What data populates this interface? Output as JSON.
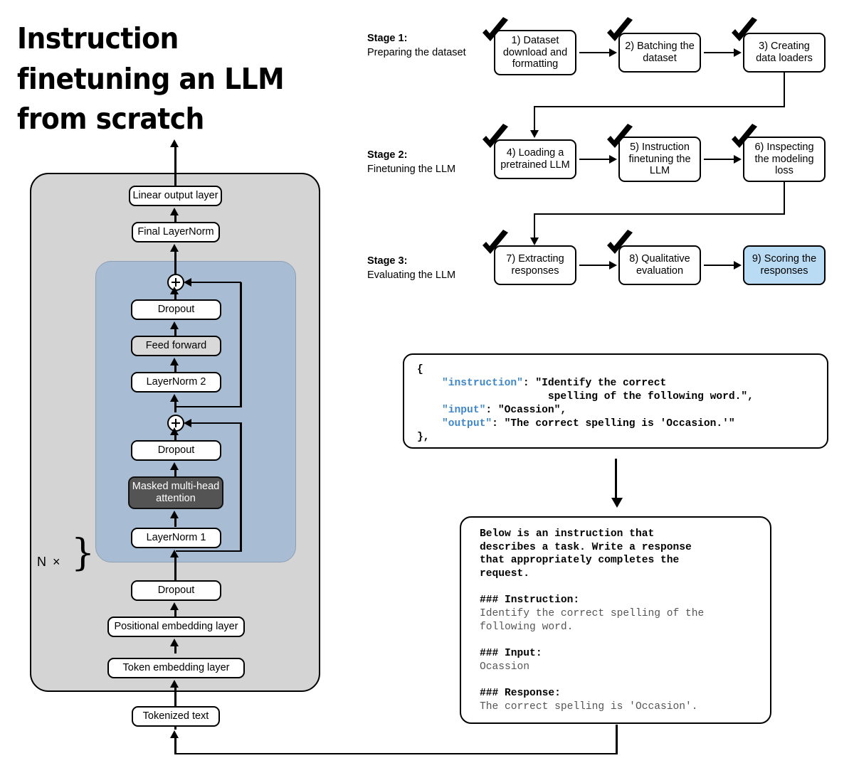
{
  "title": "Instruction finetuning\nan LLM from scratch",
  "architecture": {
    "blocks": {
      "linear_output": "Linear output layer",
      "final_layernorm": "Final LayerNorm",
      "dropout_top": "Dropout",
      "feed_forward": "Feed forward",
      "layernorm2": "LayerNorm 2",
      "dropout_mid": "Dropout",
      "masked_attention": "Masked multi-head\nattention",
      "layernorm1": "LayerNorm 1",
      "dropout_bottom": "Dropout",
      "positional_embedding": "Positional embedding layer",
      "token_embedding": "Token embedding layer",
      "tokenized_text": "Tokenized text"
    },
    "repeat_label": "N ×",
    "colors": {
      "outer": "#d4d4d4",
      "transformer_block": "#a8bdd4",
      "feed_forward": "#d9d9d9",
      "attention": "#545454"
    }
  },
  "flowchart": {
    "stages": [
      {
        "name": "Stage 1:",
        "subtitle": "Preparing the dataset",
        "steps": [
          {
            "label": "1) Dataset\ndownload and\nformatting",
            "checked": true,
            "highlight": false
          },
          {
            "label": "2) Batching the\ndataset",
            "checked": true,
            "highlight": false
          },
          {
            "label": "3) Creating\ndata loaders",
            "checked": true,
            "highlight": false
          }
        ]
      },
      {
        "name": "Stage 2:",
        "subtitle": "Finetuning the LLM",
        "steps": [
          {
            "label": "4) Loading a\npretrained LLM",
            "checked": true,
            "highlight": false
          },
          {
            "label": "5) Instruction\nfinetuning the\nLLM",
            "checked": true,
            "highlight": false
          },
          {
            "label": "6) Inspecting\nthe modeling\nloss",
            "checked": true,
            "highlight": false
          }
        ]
      },
      {
        "name": "Stage 3:",
        "subtitle": "Evaluating the LLM",
        "steps": [
          {
            "label": "7) Extracting\nresponses",
            "checked": true,
            "highlight": false
          },
          {
            "label": "8) Qualitative\nevaluation",
            "checked": true,
            "highlight": false
          },
          {
            "label": "9) Scoring the\nresponses",
            "checked": false,
            "highlight": true
          }
        ]
      }
    ],
    "highlight_color": "#b9dcf4"
  },
  "json_sample": {
    "lines": [
      "{",
      "    \"instruction\": \"Identify the correct",
      "                     spelling of the following word.\",",
      "    \"input\": \"Ocassion\",",
      "    \"output\": \"The correct spelling is 'Occasion.'\"",
      "},"
    ],
    "keys": [
      "instruction",
      "input",
      "output"
    ],
    "key_color": "#3f87c8"
  },
  "prompt_template": {
    "preamble": "Below is an instruction that\ndescribes a task. Write a response\nthat appropriately completes the\nrequest.",
    "instruction_header": "### Instruction:",
    "instruction_body": "Identify the correct spelling of the\nfollowing word.",
    "input_header": "### Input:",
    "input_body": "Ocassion",
    "response_header": "### Response:",
    "response_body": "The correct spelling is 'Occasion'."
  }
}
